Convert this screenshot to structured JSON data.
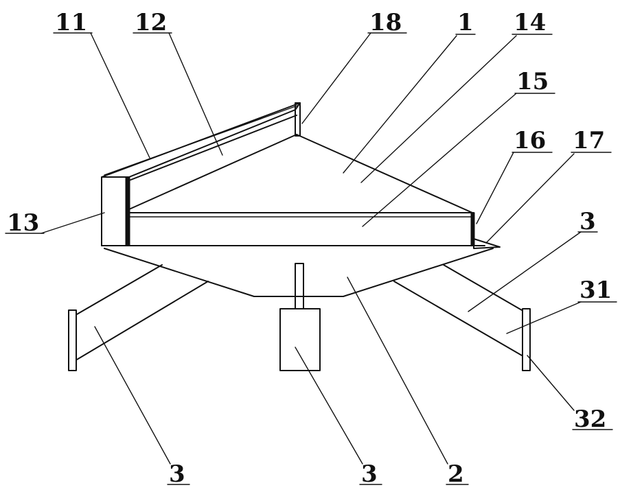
{
  "labels": {
    "l11": "11",
    "l12": "12",
    "l18": "18",
    "l1": "1",
    "l14": "14",
    "l15": "15",
    "l16": "16",
    "l17": "17",
    "l13": "13",
    "l3_right": "3",
    "l31": "31",
    "l32": "32",
    "l3_left": "3",
    "l3_center": "3",
    "l2": "2"
  },
  "colors": {
    "ink": "#111111",
    "background": "#ffffff"
  }
}
